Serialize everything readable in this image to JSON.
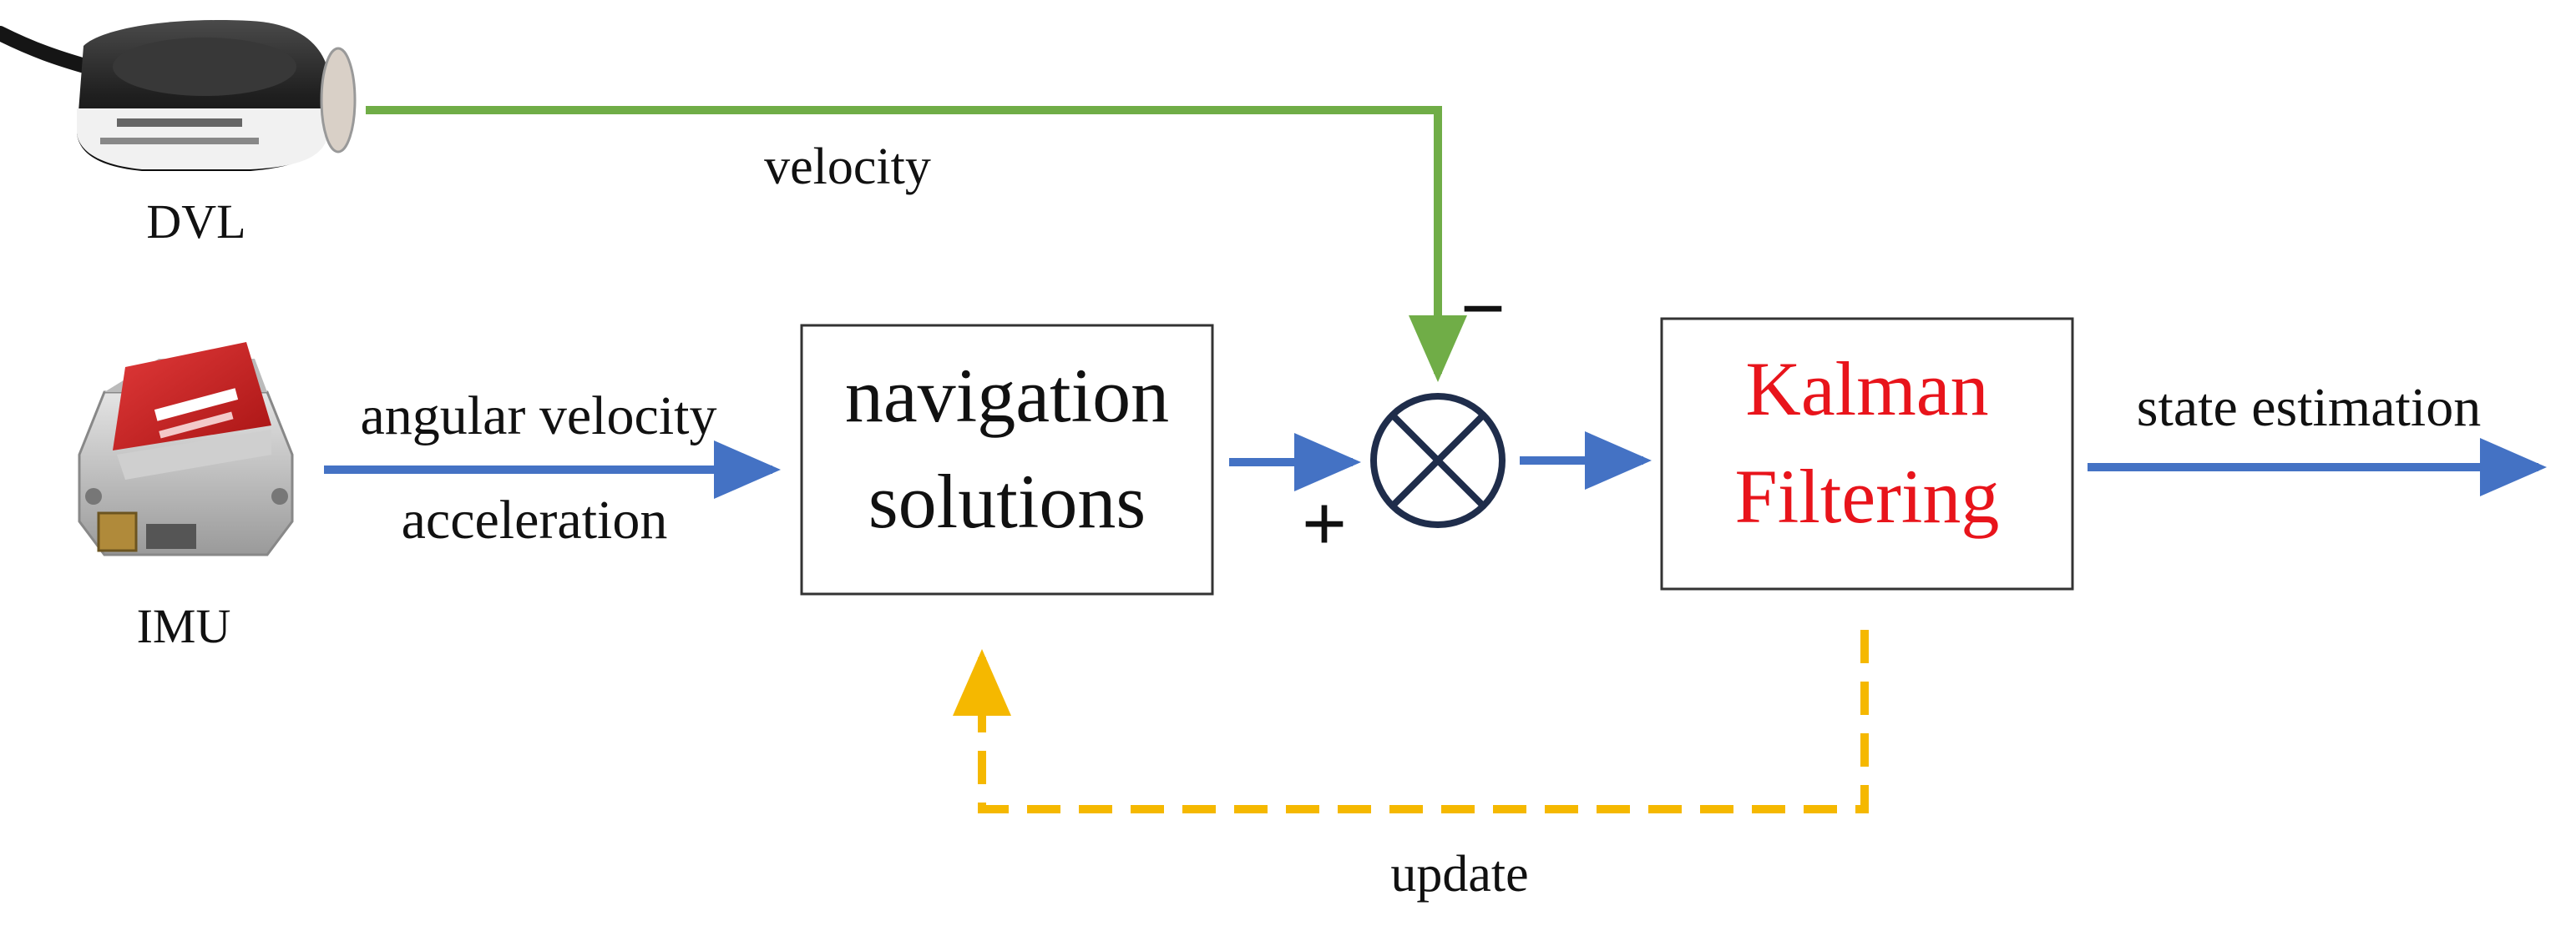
{
  "devices": {
    "dvl": {
      "label": "DVL",
      "icon": "dvl-sensor-icon"
    },
    "imu": {
      "label": "IMU",
      "icon": "imu-sensor-icon"
    }
  },
  "signals": {
    "velocity": "velocity",
    "angular_velocity": "angular velocity",
    "acceleration": "acceleration",
    "state_estimation": "state estimation",
    "update": "update"
  },
  "blocks": {
    "navigation": {
      "line1": "navigation",
      "line2": "solutions"
    },
    "kalman": {
      "line1": "Kalman",
      "line2": "Filtering"
    }
  },
  "junction": {
    "plus": "+",
    "minus": "−",
    "icon": "summing-junction-icon"
  },
  "colors": {
    "blue_arrow": "#4472C4",
    "green_arrow": "#70AD47",
    "yellow_dashed": "#F5B800",
    "kalman_text": "#E8141B",
    "text": "#111111",
    "junction": "#1F2D4B"
  }
}
